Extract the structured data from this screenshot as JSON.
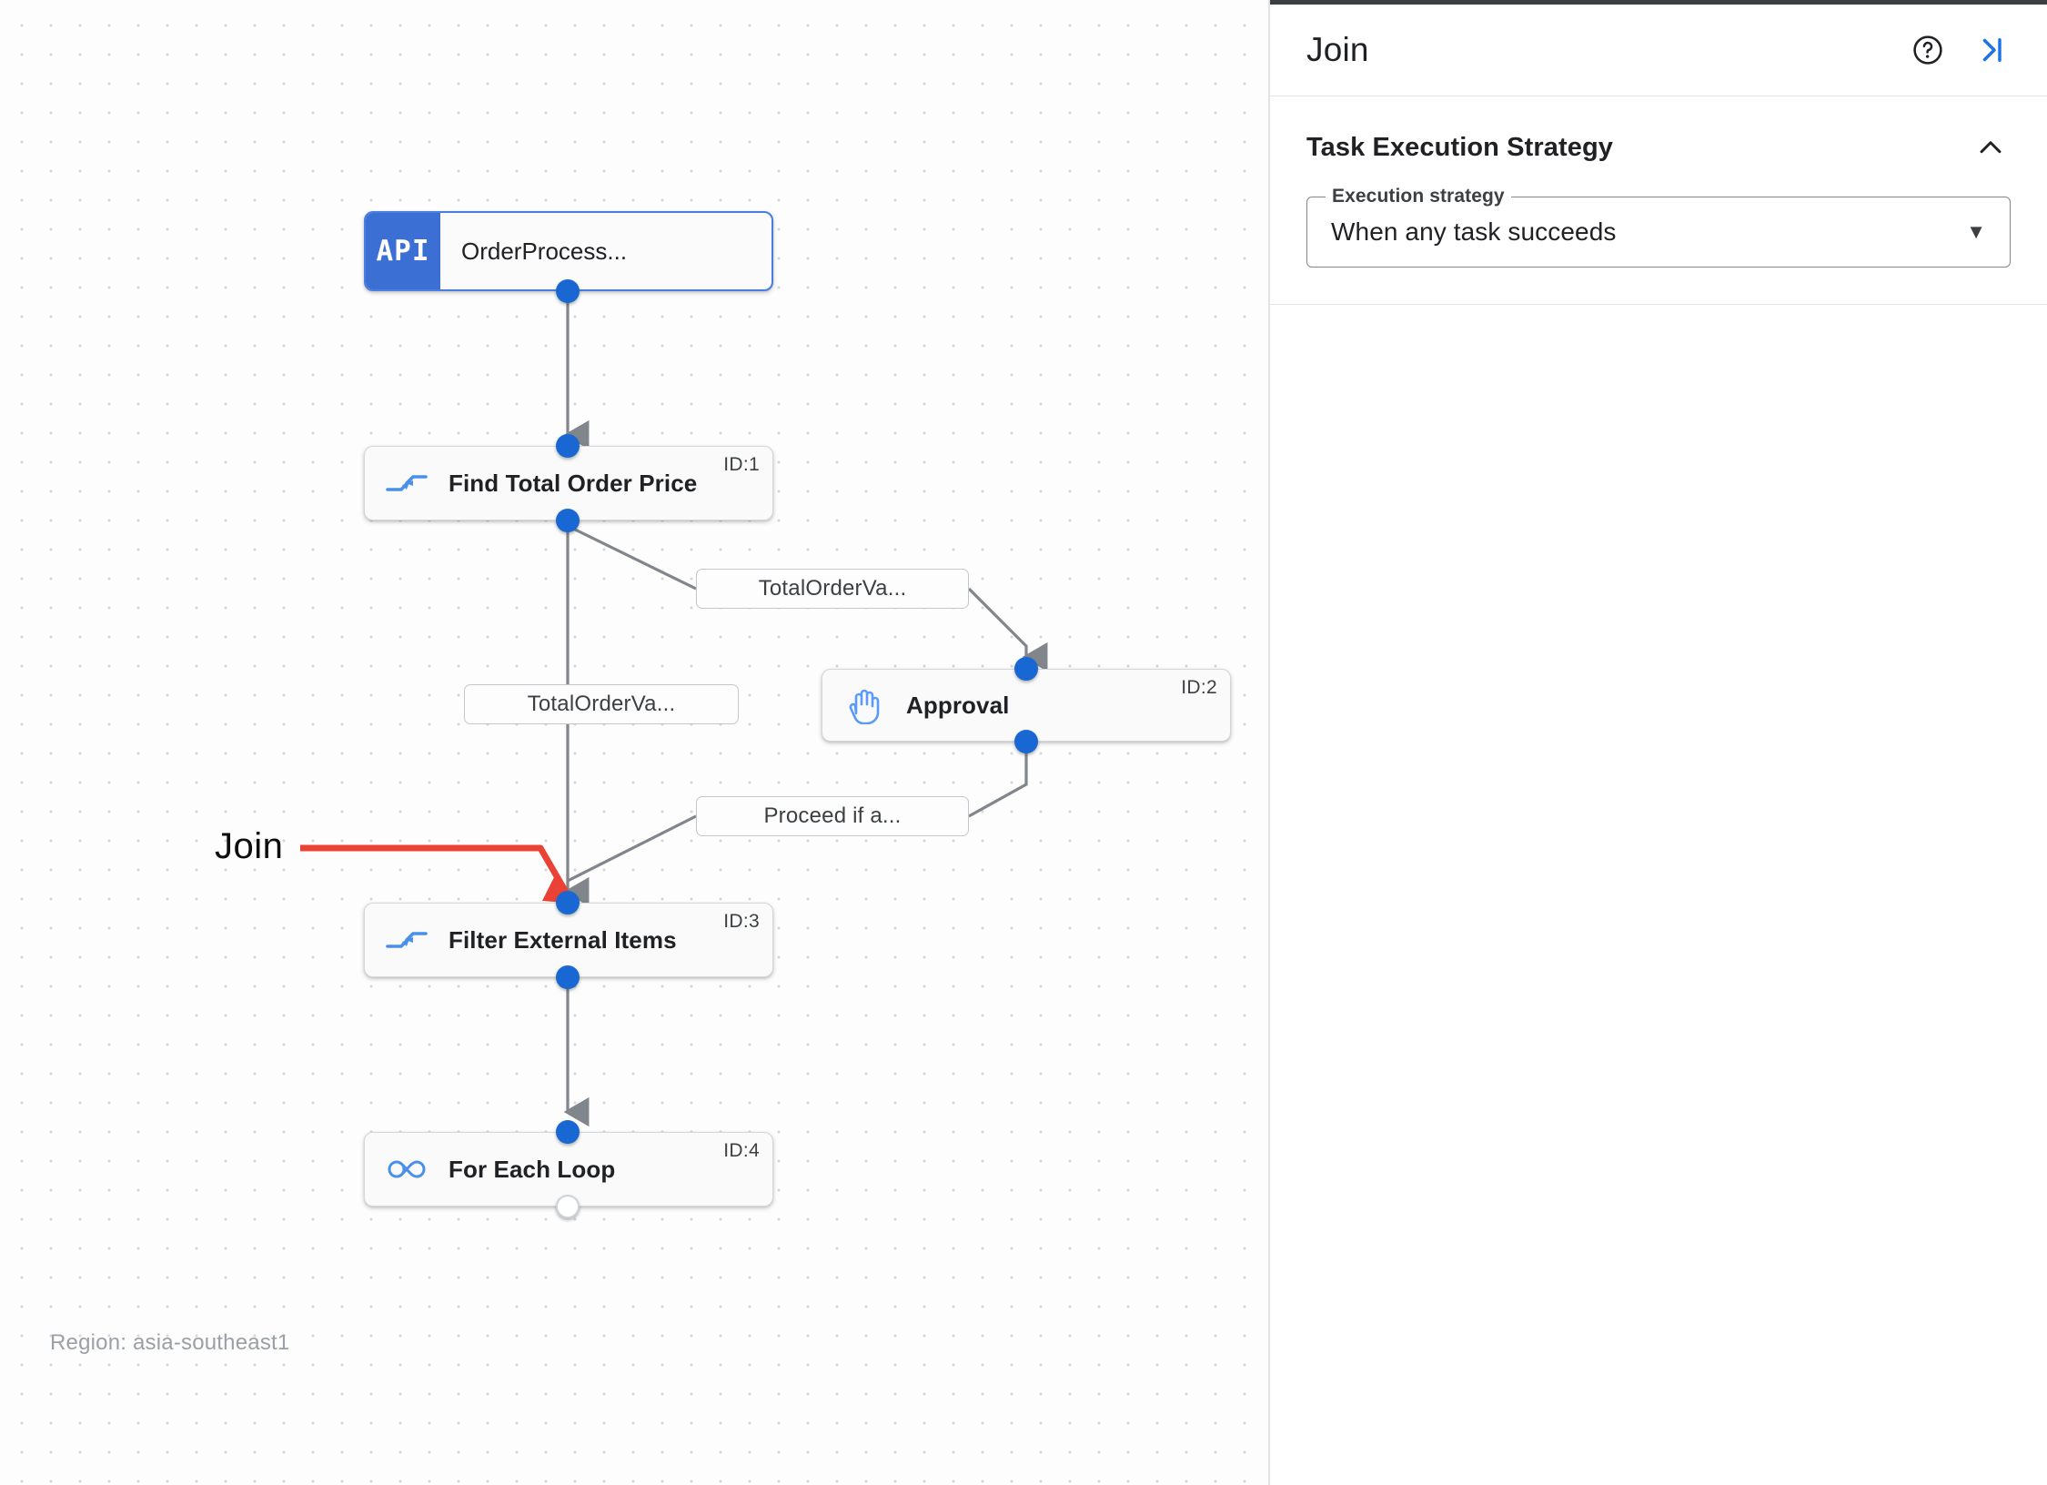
{
  "canvas": {
    "region_label": "Region: asia-southeast1",
    "annotation": {
      "label": "Join",
      "color": "#ea4335"
    },
    "nodes": [
      {
        "id": "api",
        "icon": "api-badge",
        "title": "OrderProcess...",
        "id_label": "",
        "selected": true
      },
      {
        "id": "1",
        "icon": "merge-icon",
        "title": "Find Total Order Price",
        "id_label": "ID:1",
        "selected": false
      },
      {
        "id": "2",
        "icon": "hand-icon",
        "title": "Approval",
        "id_label": "ID:2",
        "selected": false
      },
      {
        "id": "3",
        "icon": "merge-icon",
        "title": "Filter External Items",
        "id_label": "ID:3",
        "selected": false
      },
      {
        "id": "4",
        "icon": "loop-icon",
        "title": "For Each Loop",
        "id_label": "ID:4",
        "selected": false
      }
    ],
    "edge_labels": [
      {
        "id": "e1",
        "text": "TotalOrderVa..."
      },
      {
        "id": "e2",
        "text": "TotalOrderVa..."
      },
      {
        "id": "e3",
        "text": "Proceed if a..."
      }
    ]
  },
  "panel": {
    "title": "Join",
    "help_icon": "help-circle-icon",
    "collapse_icon": "collapse-right-icon",
    "section": {
      "title": "Task Execution Strategy",
      "collapse_icon": "chevron-up-icon",
      "field": {
        "label": "Execution strategy",
        "value": "When any task succeeds",
        "caret_icon": "caret-down-icon"
      }
    }
  },
  "colors": {
    "accent_blue": "#1967d2",
    "api_blue": "#3b6fd4",
    "annotation_red": "#ea4335",
    "node_icon_blue": "#5b9bf8"
  }
}
